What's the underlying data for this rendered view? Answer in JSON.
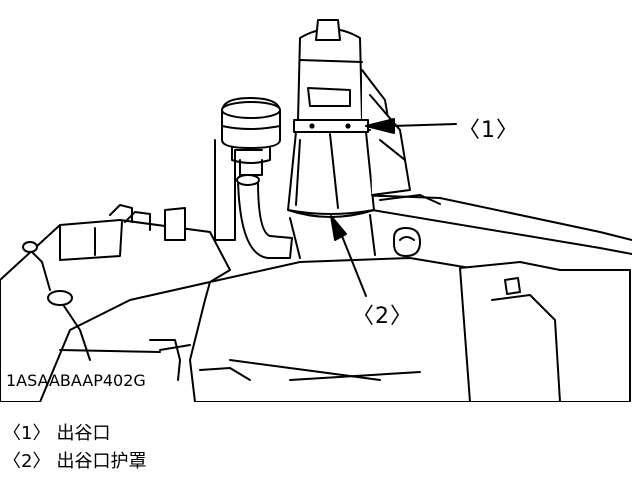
{
  "figure": {
    "code": "1ASAABAAP402G",
    "callouts": {
      "c1": "〈1〉",
      "c2": "〈2〉"
    }
  },
  "legend": [
    {
      "num": "〈1〉",
      "text": "出谷口"
    },
    {
      "num": "〈2〉",
      "text": "出谷口护罩"
    }
  ]
}
